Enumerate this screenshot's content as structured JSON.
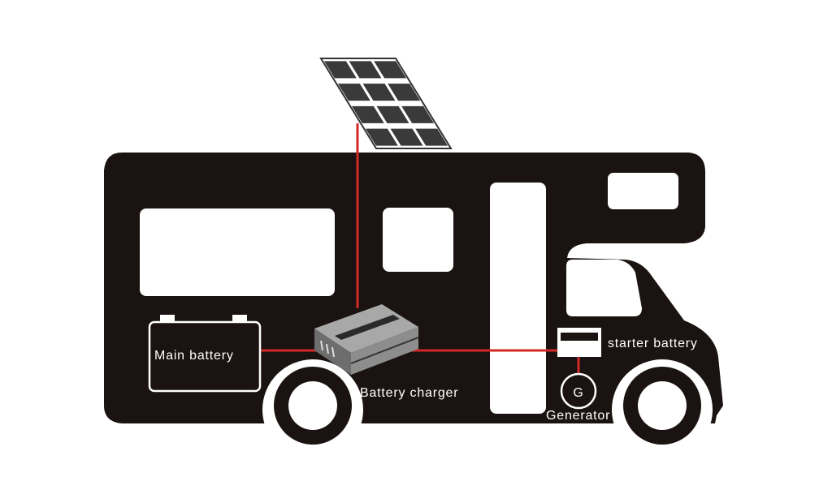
{
  "labels": {
    "main_battery": "Main battery",
    "battery_charger": "Battery charger",
    "starter_battery": "starter battery",
    "generator": "Generator",
    "generator_symbol": "G"
  },
  "colors": {
    "body": "#1a1311",
    "wire": "#d42a25",
    "panel": "#3a3a3a",
    "charger": "#8d8d8d"
  }
}
